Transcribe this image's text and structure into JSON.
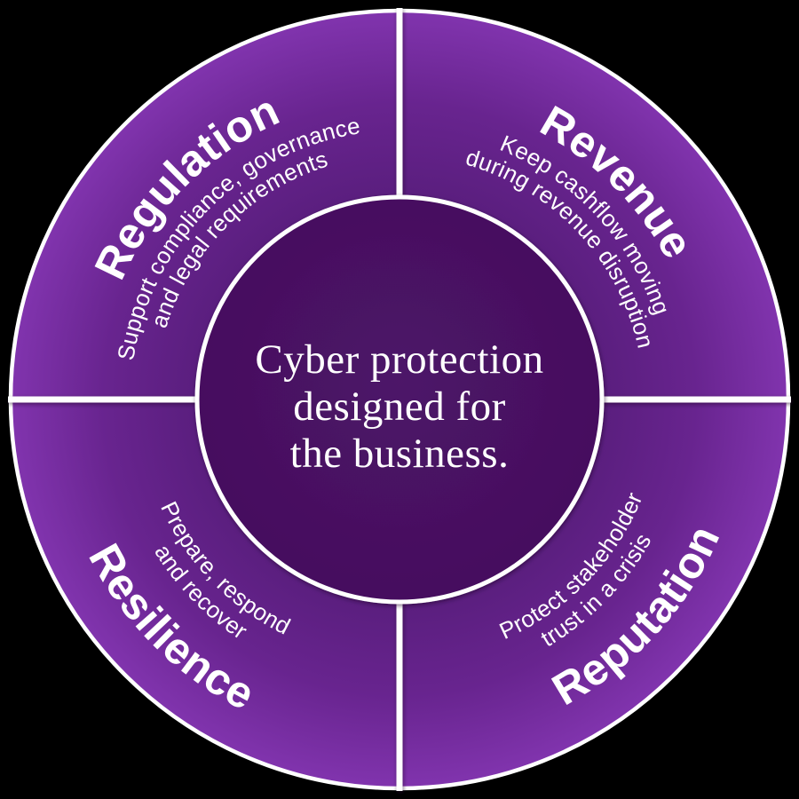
{
  "diagram": {
    "center": {
      "lines": [
        "Cyber protection",
        "designed for",
        "the business."
      ]
    },
    "quadrants": [
      {
        "position": "top-left",
        "title": "Regulation",
        "description_lines": [
          "Support compliance, governance",
          "and legal requirements"
        ]
      },
      {
        "position": "top-right",
        "title": "Revenue",
        "description_lines": [
          "Keep cashflow moving",
          "during revenue disruption"
        ]
      },
      {
        "position": "bottom-left",
        "title": "Resilience",
        "description_lines": [
          "Prepare, respond",
          "and recover"
        ]
      },
      {
        "position": "bottom-right",
        "title": "Reputation",
        "description_lines": [
          "Protect stakeholder",
          "trust in a crisis"
        ]
      }
    ],
    "colors": {
      "background": "#000000",
      "ring_gradient_outer": "#8134AE",
      "ring_gradient_mid": "#68248F",
      "ring_gradient_inner": "#5A1E7E",
      "center_circle_fill": "#4A1265",
      "center_circle_edge": "#45105E",
      "divider_stroke": "#FFFFFF",
      "text_color": "#FFFFFF"
    }
  }
}
